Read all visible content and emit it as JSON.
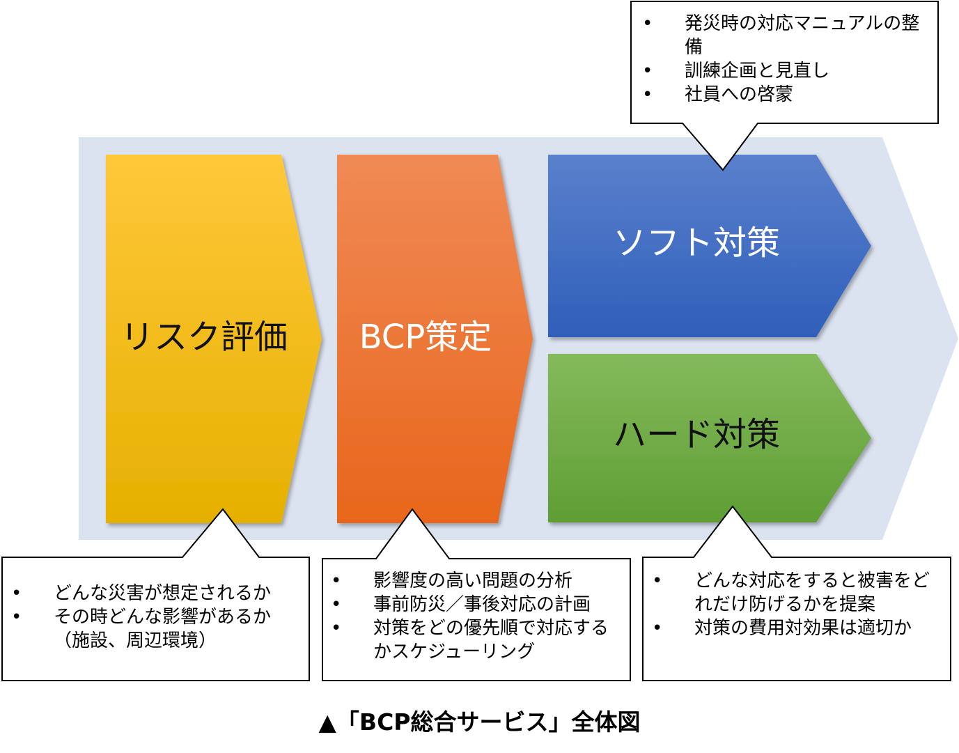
{
  "colors": {
    "background_band": "#dce3f0",
    "risk_top": "#ffc83a",
    "risk_bottom": "#e6b000",
    "bcp_top": "#f08a55",
    "bcp_bottom": "#e8661c",
    "soft_top": "#5a80cc",
    "soft_bottom": "#2f5fba",
    "hard_top": "#84ba5c",
    "hard_bottom": "#5f9e34",
    "callout_border": "#000000"
  },
  "stages": {
    "risk": {
      "label": "リスク評価"
    },
    "bcp": {
      "label": "BCP策定"
    },
    "soft": {
      "label": "ソフト対策"
    },
    "hard": {
      "label": "ハード対策"
    }
  },
  "callouts": {
    "soft": {
      "items": [
        "発災時の対応マニュアルの整備",
        "訓練企画と見直し",
        "社員への啓蒙"
      ]
    },
    "risk": {
      "items": [
        "どんな災害が想定されるか",
        "その時どんな影響があるか（施設、周辺環境）"
      ]
    },
    "bcp": {
      "items": [
        "影響度の高い問題の分析",
        "事前防災／事後対応の計画",
        "対策をどの優先順で対応するかスケジューリング"
      ]
    },
    "hard": {
      "items": [
        "どんな対応をすると被害をどれだけ防げるかを提案",
        "対策の費用対効果は適切か"
      ]
    }
  },
  "bullet_symbol": "•",
  "caption": "▲「BCP総合サービス」全体図"
}
